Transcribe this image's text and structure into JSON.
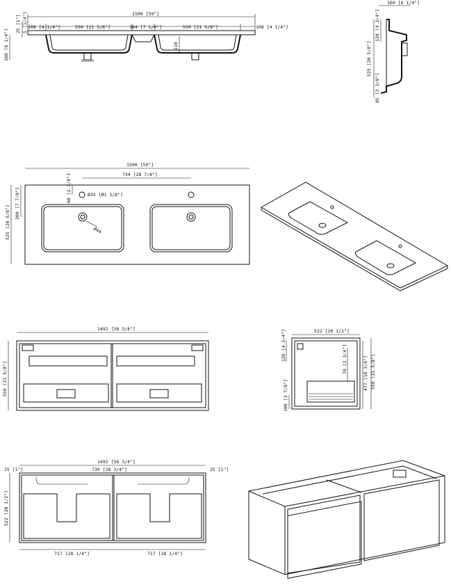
{
  "top_section": {
    "cross_section": {
      "overall_width": "1500 [59\"]",
      "rim_height": "25 [1\"]",
      "edge_thickness": "5 [1/4\"]",
      "left_margin": "108 [4 1/4\"]",
      "basin_left_width": "550 [21 5/8\"]",
      "center_gap": "184 [7 1/4\"]",
      "basin_right_width": "550 [21 5/8\"]",
      "right_margin": "108 [4 1/4\"]",
      "basin_depth": "110",
      "total_height": "160 [6 1/4\"]"
    },
    "side_section": {
      "top_height": "160 [6 1/4\"]",
      "upper_depth": "120 [4 3/4\"]",
      "overall_depth": "525 [20 5/8\"]",
      "lower_height": "85 [3 3/8\"]"
    }
  },
  "plan_view": {
    "overall_width": "1500 [59\"]",
    "tap_spacing": "734 [28 7/8\"]",
    "tap_offset": "60 [2 3/8\"]",
    "tap_hole": "Ø35 [Ø1 3/8\"]",
    "drain_hole": "Ø44",
    "basin_depth": "200 [7 7/8\"]",
    "overall_depth": "525 [20 5/8\"]"
  },
  "cabinet_front": {
    "overall_width": "1492 [58 3/4\"]",
    "overall_height": "550 [21 5/8\"]"
  },
  "cabinet_side": {
    "overall_depth": "522 [20 1/2\"]",
    "top_rail": "120 [4 3/4\"]",
    "drawer_offset": "70 [2 3/4\"]",
    "drawer_height": "477 [18 3/4\"]",
    "overall_height": "550 [21 5/8\"]",
    "bottom_gap": "100 [3 7/8\"]"
  },
  "cabinet_top": {
    "overall_width": "1492 [58 3/4\"]",
    "left_margin": "25 [1\"]",
    "inner_span": "730 [28 3/4\"]",
    "right_margin": "25 [1\"]",
    "overall_depth": "522 [20 1/2\"]",
    "left_half": "717 [28 1/4\"]",
    "right_half": "717 [28 1/4\"]"
  }
}
